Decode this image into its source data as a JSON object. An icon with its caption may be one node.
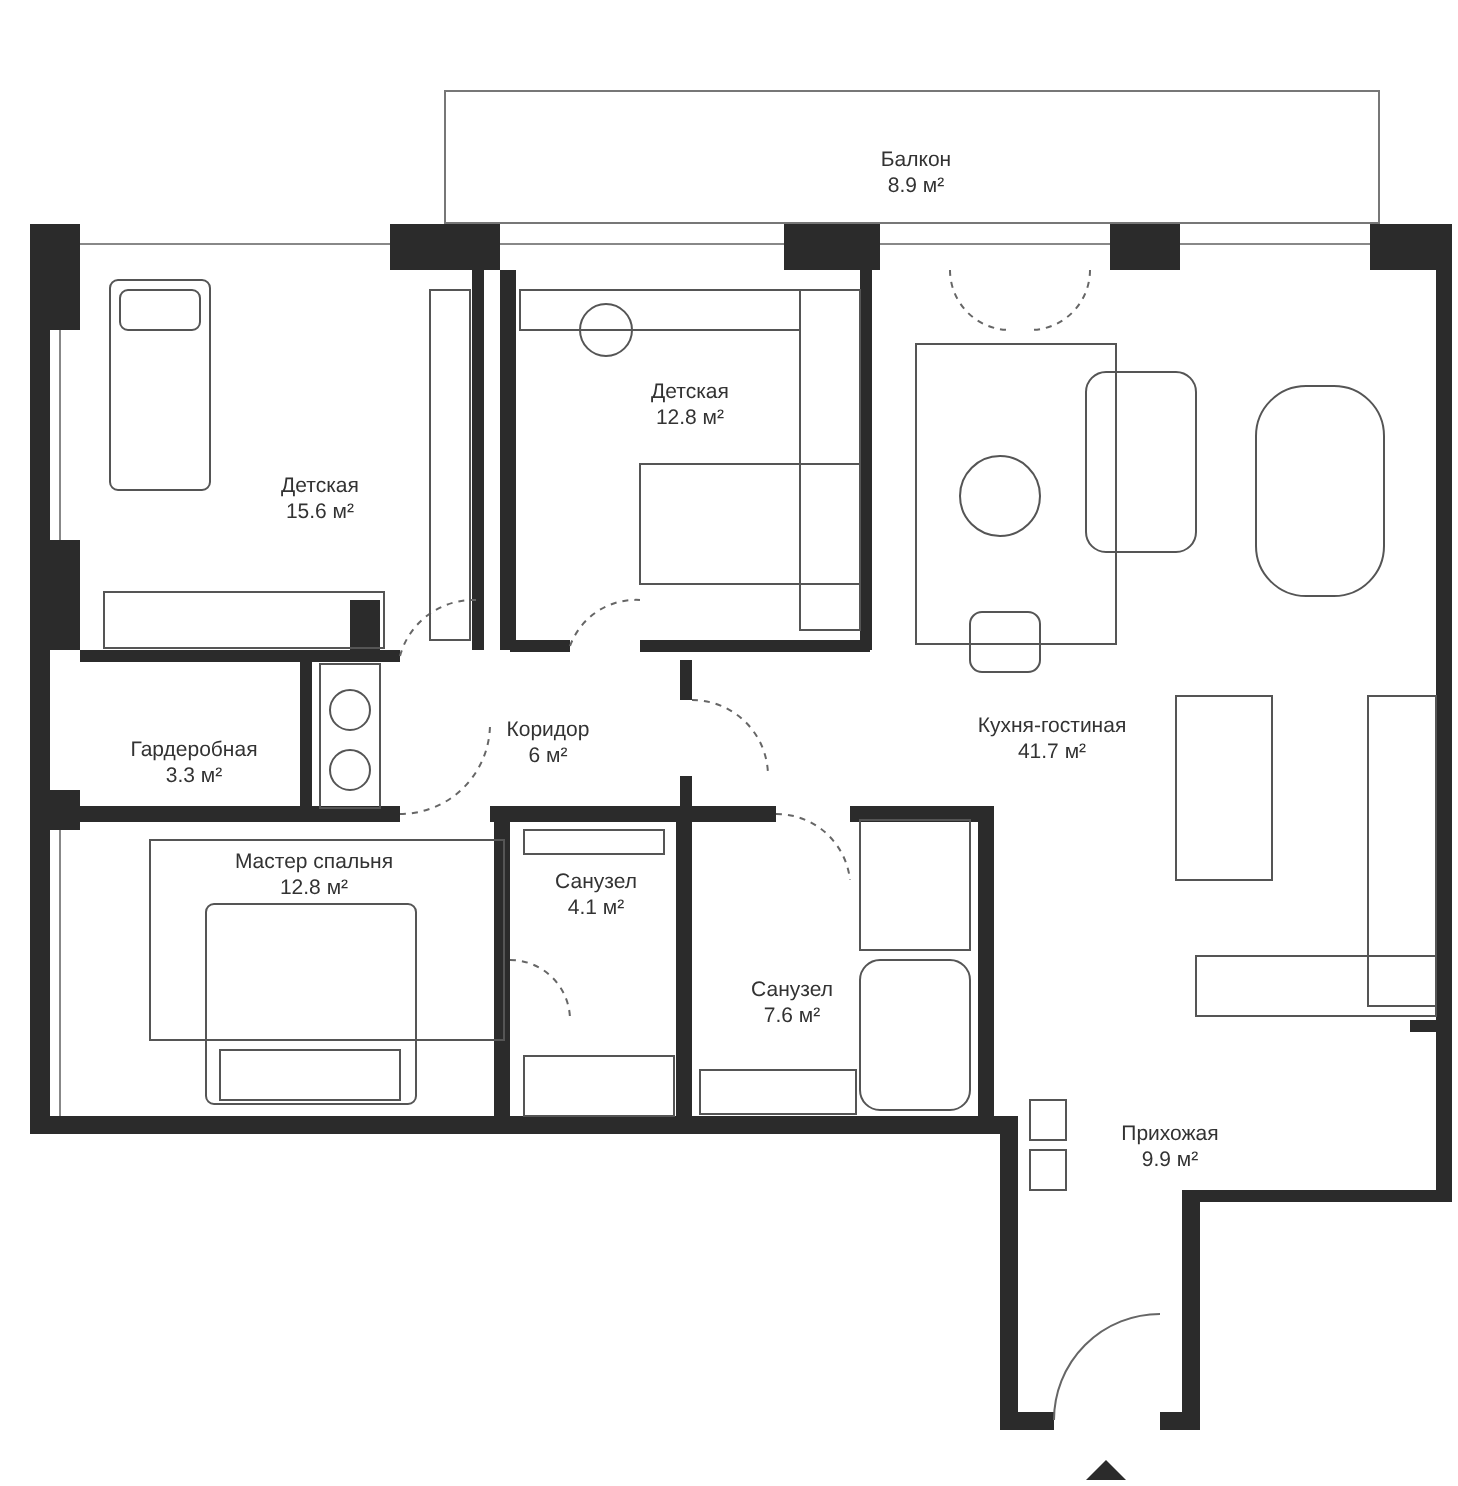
{
  "diagram": {
    "nodes": [
      {
        "text": [
          "Балкон",
          "8.9 м²"
        ]
      },
      {
        "text": [
          "Детская",
          "15.6 м²"
        ]
      },
      {
        "text": [
          "Детская",
          "12.8 м²"
        ]
      },
      {
        "text": [
          "Кухня-гостиная",
          "41.7 м²"
        ]
      },
      {
        "text": [
          "Гардеробная",
          "3.3 м²"
        ]
      },
      {
        "text": [
          "Коридор",
          "6 м²"
        ]
      },
      {
        "text": [
          "Мастер спальня",
          "12.8 м²"
        ]
      },
      {
        "text": [
          "Санузел",
          "4.1 м²"
        ]
      },
      {
        "text": [
          "Санузел",
          "7.6 м²"
        ]
      },
      {
        "text": [
          "Прихожая",
          "9.9 м²"
        ]
      }
    ]
  }
}
